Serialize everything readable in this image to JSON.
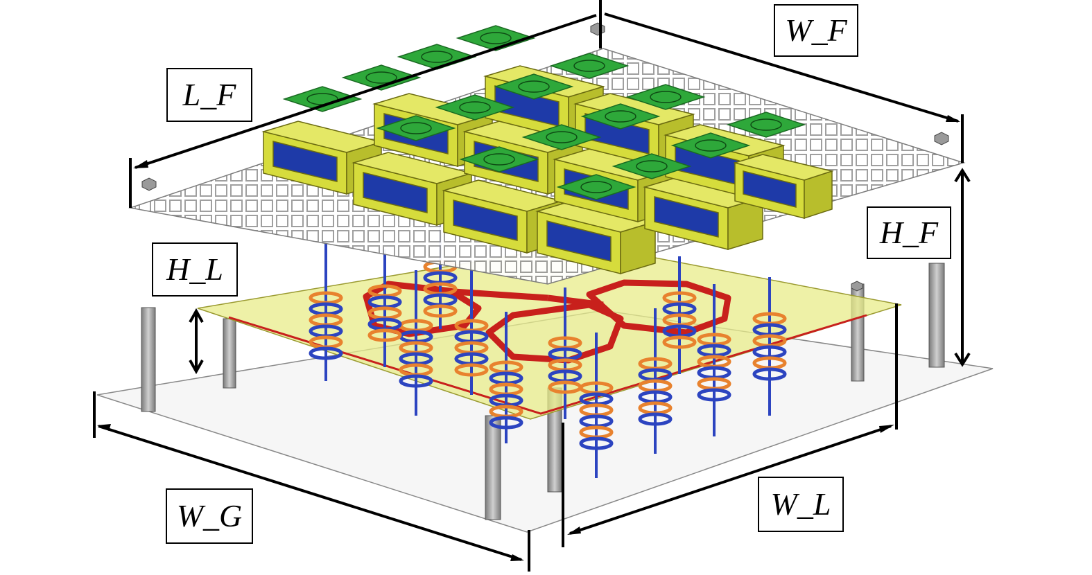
{
  "labels": {
    "w_f": "W_F",
    "l_f": "L_F",
    "h_f": "H_F",
    "h_l": "H_L",
    "w_g": "W_G",
    "w_l": "W_L"
  },
  "colors": {
    "ground_plane": "#f4f4f4",
    "feed_grid": "#9a9a9a",
    "lens_board": "#e8ec8a",
    "trace_red": "#c8201c",
    "helix_orange": "#e8822e",
    "helix_blue": "#2c44c0",
    "cavity_yellow": "#d6dc3c",
    "cavity_blue": "#1e3aa8",
    "patch_green": "#2ea83a",
    "standoff_gray": "#a8a8a8"
  }
}
